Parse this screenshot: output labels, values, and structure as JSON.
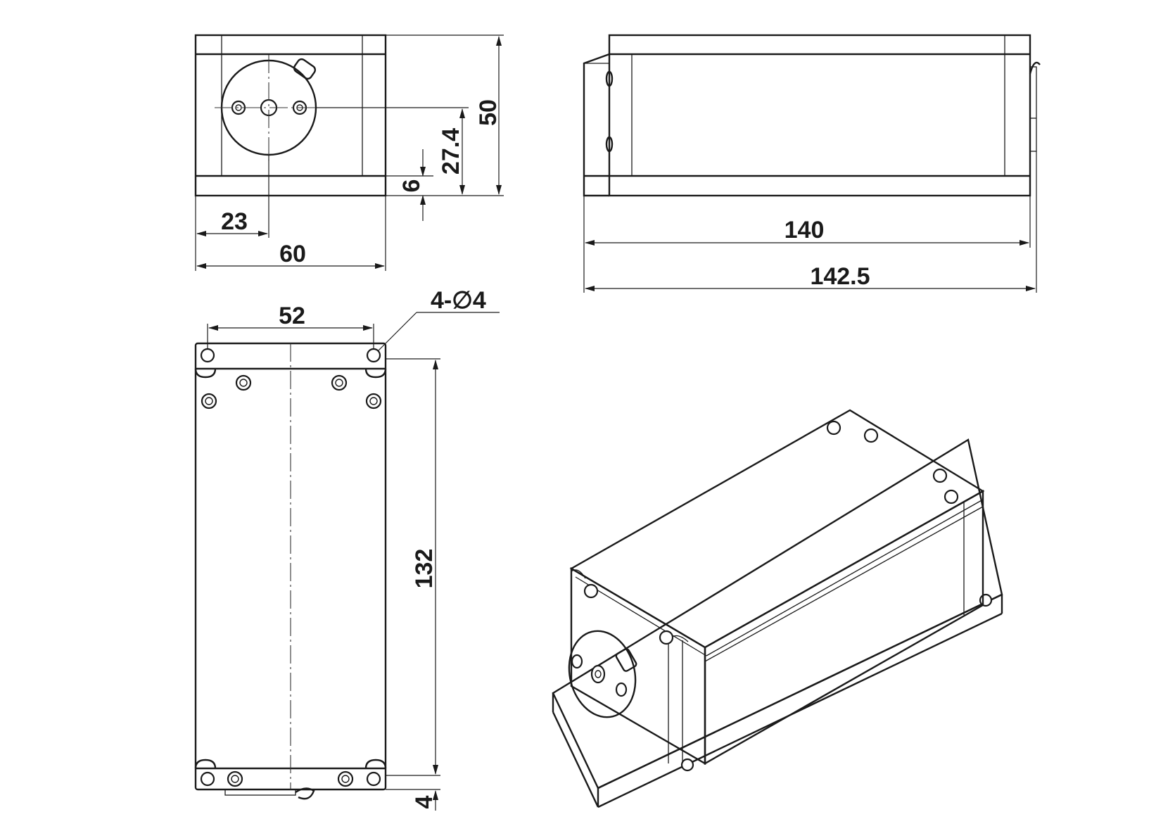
{
  "drawing": {
    "front_view": {
      "dim_height": "50",
      "dim_beam_height": "27.4",
      "dim_base": "6",
      "dim_beam_offset": "23",
      "dim_width": "60"
    },
    "side_view": {
      "dim_length_body": "140",
      "dim_length_total": "142.5"
    },
    "top_view": {
      "dim_hole_spacing": "52",
      "dim_holes_callout": "4-∅4",
      "dim_length": "132",
      "dim_overhang": "4"
    },
    "iso_view": {}
  },
  "colors": {
    "line": "#1a1a1a",
    "background": "#ffffff"
  }
}
